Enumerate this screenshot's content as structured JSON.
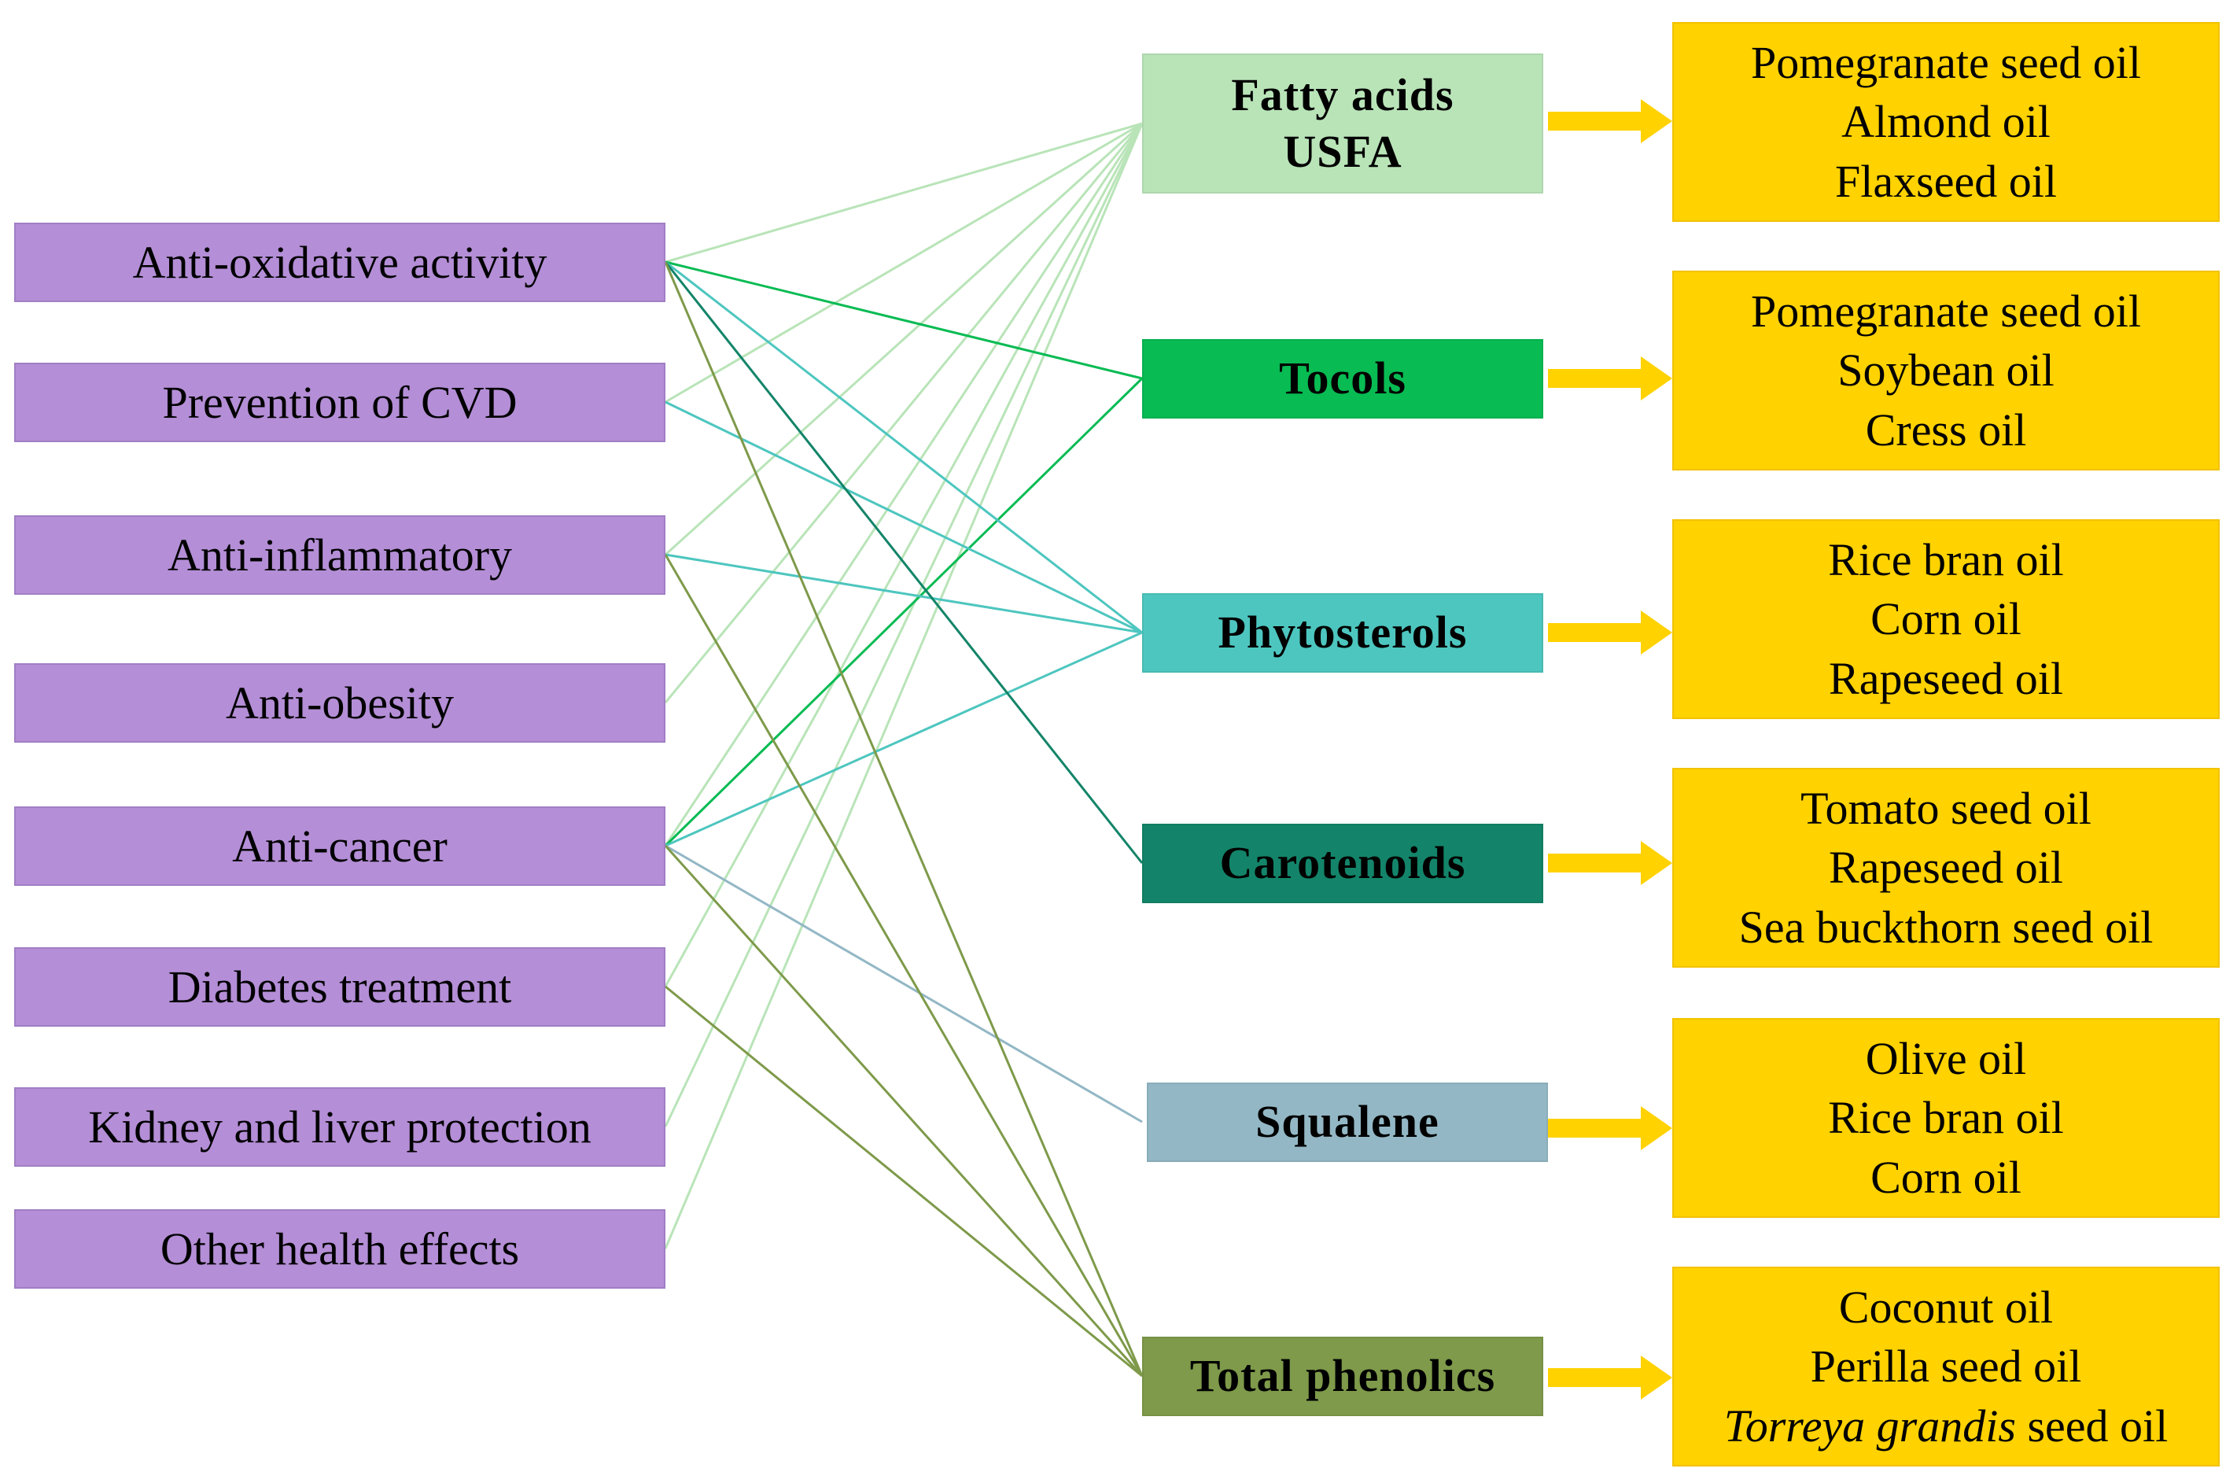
{
  "health_effects": [
    "Anti-oxidative activity",
    "Prevention of CVD",
    "Anti-inflammatory",
    "Anti-obesity",
    "Anti-cancer",
    "Diabetes treatment",
    "Kidney and liver protection",
    "Other health effects"
  ],
  "compounds": [
    {
      "name": "Fatty acids\nUSFA",
      "line1": "Fatty acids",
      "line2": "USFA",
      "color": "#b9e4b8"
    },
    {
      "name": "Tocols",
      "line1": "Tocols",
      "color": "#08bb53"
    },
    {
      "name": "Phytosterols",
      "line1": "Phytosterols",
      "color": "#4dc6bf"
    },
    {
      "name": "Carotenoids",
      "line1": "Carotenoids",
      "color": "#138469"
    },
    {
      "name": "Squalene",
      "line1": "Squalene",
      "color": "#93b7c5"
    },
    {
      "name": "Total phenolics",
      "line1": "Total phenolics",
      "color": "#7e9a4a"
    }
  ],
  "oil_sources": [
    {
      "oils": [
        "Pomegranate seed oil",
        "Almond oil",
        "Flaxseed oil"
      ]
    },
    {
      "oils": [
        "Pomegranate seed oil",
        "Soybean oil",
        "Cress oil"
      ]
    },
    {
      "oils": [
        "Rice bran oil",
        "Corn oil",
        "Rapeseed oil"
      ]
    },
    {
      "oils": [
        "Tomato seed oil",
        "Rapeseed oil",
        "Sea buckthorn seed oil"
      ]
    },
    {
      "oils": [
        "Olive oil",
        "Rice bran oil",
        "Corn oil"
      ]
    },
    {
      "oils": [
        "Coconut oil",
        "Perilla seed oil"
      ],
      "last_italic": "Torreya grandis",
      "last_rest": " seed oil"
    }
  ],
  "links": [
    {
      "from": 0,
      "to": 0
    },
    {
      "from": 1,
      "to": 0
    },
    {
      "from": 2,
      "to": 0
    },
    {
      "from": 3,
      "to": 0
    },
    {
      "from": 4,
      "to": 0
    },
    {
      "from": 5,
      "to": 0
    },
    {
      "from": 6,
      "to": 0
    },
    {
      "from": 7,
      "to": 0
    },
    {
      "from": 0,
      "to": 1
    },
    {
      "from": 4,
      "to": 1
    },
    {
      "from": 0,
      "to": 2
    },
    {
      "from": 1,
      "to": 2
    },
    {
      "from": 2,
      "to": 2
    },
    {
      "from": 4,
      "to": 2
    },
    {
      "from": 0,
      "to": 3
    },
    {
      "from": 4,
      "to": 4
    },
    {
      "from": 0,
      "to": 5
    },
    {
      "from": 2,
      "to": 5
    },
    {
      "from": 4,
      "to": 5
    },
    {
      "from": 5,
      "to": 5
    }
  ],
  "colors": {
    "effect_box": "#b48ed6",
    "oil_box": "#ffd200",
    "arrow": "#ffd200"
  }
}
